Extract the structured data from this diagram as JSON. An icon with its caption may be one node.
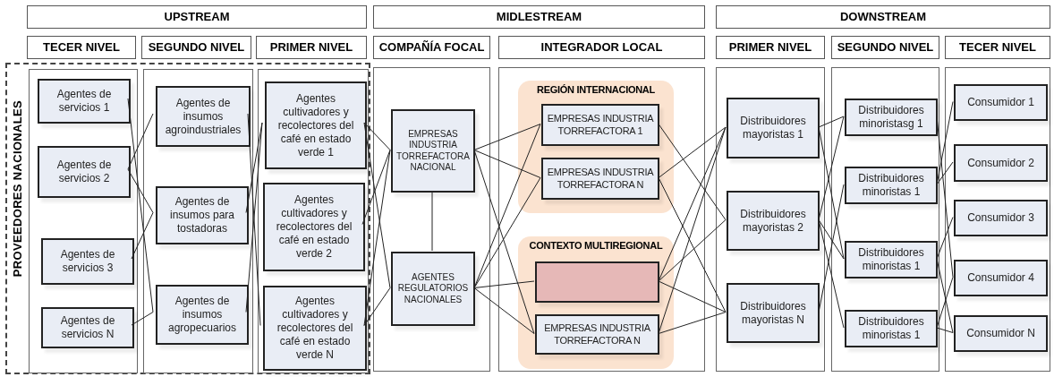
{
  "diagram": {
    "nodes": [
      {
        "text": [
          "UPSTREAM"
        ]
      },
      {
        "text": [
          "MIDLESTREAM"
        ]
      },
      {
        "text": [
          "DOWNSTREAM"
        ]
      },
      {
        "text": [
          "TECER NIVEL"
        ]
      },
      {
        "text": [
          "SEGUNDO NIVEL"
        ]
      },
      {
        "text": [
          "PRIMER NIVEL"
        ]
      },
      {
        "text": [
          "COMPAÑÍA FOCAL"
        ]
      },
      {
        "text": [
          "INTEGRADOR LOCAL"
        ]
      },
      {
        "text": [
          "PRIMER NIVEL"
        ]
      },
      {
        "text": [
          "SEGUNDO NIVEL"
        ]
      },
      {
        "text": [
          "TECER NIVEL"
        ]
      },
      {
        "text": [
          "PROVEEDORES NACIONALES"
        ]
      },
      {
        "text": [],
        "shape": "box",
        "in": 11
      },
      {
        "text": [],
        "shape": "box",
        "in": 11
      },
      {
        "text": [],
        "shape": "box",
        "in": 11
      },
      {
        "text": [],
        "shape": "box"
      },
      {
        "text": [],
        "shape": "box"
      },
      {
        "text": [],
        "shape": "box"
      },
      {
        "text": [],
        "shape": "box"
      },
      {
        "text": [],
        "shape": "box"
      },
      {
        "text": [
          "Agentes de servicios 1"
        ],
        "in": 12
      },
      {
        "text": [
          "Agentes de servicios 2"
        ],
        "in": 12
      },
      {
        "text": [
          "Agentes de servicios 3"
        ],
        "in": 12
      },
      {
        "text": [
          "Agentes de servicios N"
        ],
        "in": 12
      },
      {
        "text": [
          "Agentes de insumos agroindustriales"
        ],
        "in": 13
      },
      {
        "text": [
          "Agentes de insumos para tostadoras"
        ],
        "in": 13
      },
      {
        "text": [
          "Agentes de insumos agropecuarios"
        ],
        "in": 13
      },
      {
        "text": [
          "Agentes cultivadores y recolectores del café en estado verde 1"
        ],
        "in": 14
      },
      {
        "text": [
          "Agentes cultivadores y recolectores del café en estado verde 2"
        ],
        "in": 14
      },
      {
        "text": [
          "Agentes cultivadores y recolectores del café en estado verde N"
        ],
        "in": 14
      },
      {
        "text": [
          "EMPRESAS INDUSTRIA TORREFACTORA NACIONAL"
        ],
        "in": 15
      },
      {
        "text": [
          "AGENTES REGULATORIOS NACIONALES"
        ],
        "in": 15
      },
      {
        "text": [
          "REGIÓN INTERNACIONAL"
        ],
        "in": 16
      },
      {
        "text": [
          "EMPRESAS INDUSTRIA TORREFACTORA 1"
        ],
        "in": 32
      },
      {
        "text": [
          "EMPRESAS INDUSTRIA TORREFACTORA N"
        ],
        "in": 32
      },
      {
        "text": [
          "CONTEXTO MULTIREGIONAL"
        ],
        "in": 16
      },
      {
        "text": [],
        "shape": "box",
        "in": 35
      },
      {
        "text": [
          "EMPRESAS INDUSTRIA TORREFACTORA N"
        ],
        "in": 35
      },
      {
        "text": [
          "Distribuidores mayoristas 1"
        ],
        "in": 17
      },
      {
        "text": [
          "Distribuidores mayoristas 2"
        ],
        "in": 17
      },
      {
        "text": [
          "Distribuidores mayoristas N"
        ],
        "in": 17
      },
      {
        "text": [
          "Distribuidores minoristasg 1"
        ],
        "in": 18
      },
      {
        "text": [
          "Distribuidores minoristas 1"
        ],
        "in": 18
      },
      {
        "text": [
          "Distribuidores minoristas 1"
        ],
        "in": 18
      },
      {
        "text": [
          "Distribuidores minoristas 1"
        ],
        "in": 18
      },
      {
        "text": [
          "Consumidor 1"
        ],
        "in": 19
      },
      {
        "text": [
          "Consumidor 2"
        ],
        "in": 19
      },
      {
        "text": [
          "Consumidor 3"
        ],
        "in": 19
      },
      {
        "text": [
          "Consumidor 4"
        ],
        "in": 19
      },
      {
        "text": [
          "Consumidor N"
        ],
        "in": 19
      }
    ],
    "edges": [
      {
        "from": 20,
        "to": 26,
        "arrow": "none"
      },
      {
        "from": 21,
        "to": 24,
        "arrow": "none"
      },
      {
        "from": 21,
        "to": 25,
        "arrow": "none"
      },
      {
        "from": 22,
        "to": 25,
        "arrow": "none"
      },
      {
        "from": 23,
        "to": 26,
        "arrow": "none"
      },
      {
        "from": 24,
        "to": 29,
        "arrow": "none"
      },
      {
        "from": 25,
        "to": 27,
        "arrow": "none"
      },
      {
        "from": 26,
        "to": 27,
        "arrow": "none"
      },
      {
        "from": 27,
        "to": 30,
        "arrow": "none"
      },
      {
        "from": 27,
        "to": 31,
        "arrow": "none"
      },
      {
        "from": 28,
        "to": 30,
        "arrow": "none"
      },
      {
        "from": 29,
        "to": 30,
        "arrow": "none"
      },
      {
        "from": 29,
        "to": 31,
        "arrow": "none"
      },
      {
        "from": 30,
        "to": 31,
        "arrow": "none"
      },
      {
        "from": 30,
        "to": 33,
        "arrow": "none"
      },
      {
        "from": 30,
        "to": 34,
        "arrow": "none"
      },
      {
        "from": 30,
        "to": 37,
        "arrow": "none"
      },
      {
        "from": 31,
        "to": 33,
        "arrow": "none"
      },
      {
        "from": 31,
        "to": 34,
        "arrow": "none"
      },
      {
        "from": 31,
        "to": 36,
        "arrow": "none"
      },
      {
        "from": 31,
        "to": 37,
        "arrow": "none"
      },
      {
        "from": 33,
        "to": 39,
        "arrow": "none"
      },
      {
        "from": 34,
        "to": 38,
        "arrow": "none"
      },
      {
        "from": 34,
        "to": 40,
        "arrow": "none"
      },
      {
        "from": 36,
        "to": 38,
        "arrow": "none"
      },
      {
        "from": 36,
        "to": 39,
        "arrow": "none"
      },
      {
        "from": 36,
        "to": 40,
        "arrow": "none"
      },
      {
        "from": 37,
        "to": 38,
        "arrow": "none"
      },
      {
        "from": 37,
        "to": 40,
        "arrow": "none"
      },
      {
        "from": 38,
        "to": 41,
        "arrow": "none"
      },
      {
        "from": 38,
        "to": 43,
        "arrow": "none"
      },
      {
        "from": 39,
        "to": 41,
        "arrow": "none"
      },
      {
        "from": 39,
        "to": 43,
        "arrow": "none"
      },
      {
        "from": 39,
        "to": 44,
        "arrow": "none"
      },
      {
        "from": 40,
        "to": 42,
        "arrow": "none"
      },
      {
        "from": 41,
        "to": 48,
        "arrow": "none"
      },
      {
        "from": 42,
        "to": 45,
        "arrow": "none"
      },
      {
        "from": 42,
        "to": 46,
        "arrow": "none"
      },
      {
        "from": 43,
        "to": 47,
        "arrow": "none"
      },
      {
        "from": 43,
        "to": 49,
        "arrow": "none"
      },
      {
        "from": 44,
        "to": 48,
        "arrow": "none"
      },
      {
        "from": 44,
        "to": 49,
        "arrow": "none"
      }
    ]
  }
}
